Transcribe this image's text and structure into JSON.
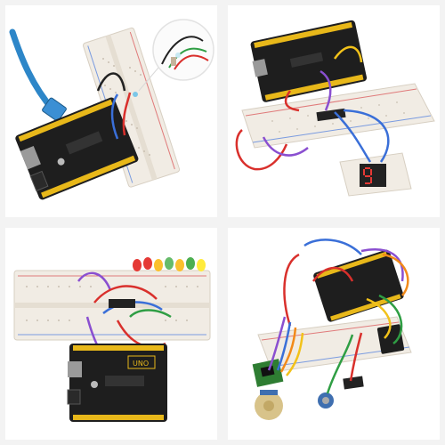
{
  "panels": [
    {
      "name": "arduino-breadboard-led-setup"
    },
    {
      "name": "seven-segment-display-setup"
    },
    {
      "name": "led-array-setup"
    },
    {
      "name": "stepper-motor-setup"
    }
  ],
  "board_labels": {
    "uno_label": "UNO"
  },
  "colors": {
    "pcb_black": "#1e1e1e",
    "pcb_yellow": "#e8b81a",
    "breadboard": "#f1ece4",
    "breadboard_red_rail": "#e07a7a",
    "breadboard_blue_rail": "#7a9be0",
    "usb_blue": "#2d86c8",
    "wire_red": "#d9302c",
    "wire_blue": "#3a6fd8",
    "wire_green": "#2f9e44",
    "wire_yellow": "#f2c21a",
    "wire_orange": "#f28a1a",
    "wire_purple": "#8a4fd0",
    "wire_black": "#222222",
    "seg_display": "#222222",
    "seg_red": "#e53935",
    "driver_board_green": "#2e7d32",
    "motor_gold": "#d8c38a",
    "motor_blue": "#3f6fb0"
  }
}
